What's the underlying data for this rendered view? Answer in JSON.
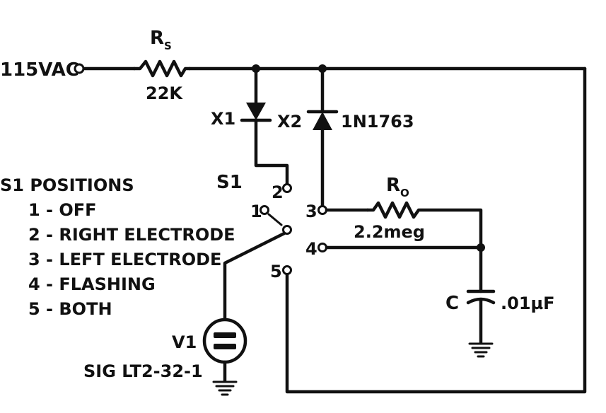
{
  "input": "115VAC",
  "resistor_s": {
    "name": "R",
    "subscript": "S",
    "value": "22K"
  },
  "diodes": {
    "x1": "X1",
    "x2": "X2",
    "part": "1N1763"
  },
  "switch": {
    "name": "S1",
    "terminals": [
      "1",
      "2",
      "3",
      "4",
      "5"
    ],
    "positions_title": "S1 POSITIONS",
    "positions": [
      "1 - OFF",
      "2 - RIGHT ELECTRODE",
      "3 - LEFT ELECTRODE",
      "4 - FLASHING",
      "5 - BOTH"
    ]
  },
  "resistor_o": {
    "name": "R",
    "subscript": "O",
    "value": "2.2meg"
  },
  "capacitor": {
    "name": "C",
    "value": ".01µF"
  },
  "lamp": {
    "name": "V1",
    "part": "SIG LT2-32-1"
  }
}
